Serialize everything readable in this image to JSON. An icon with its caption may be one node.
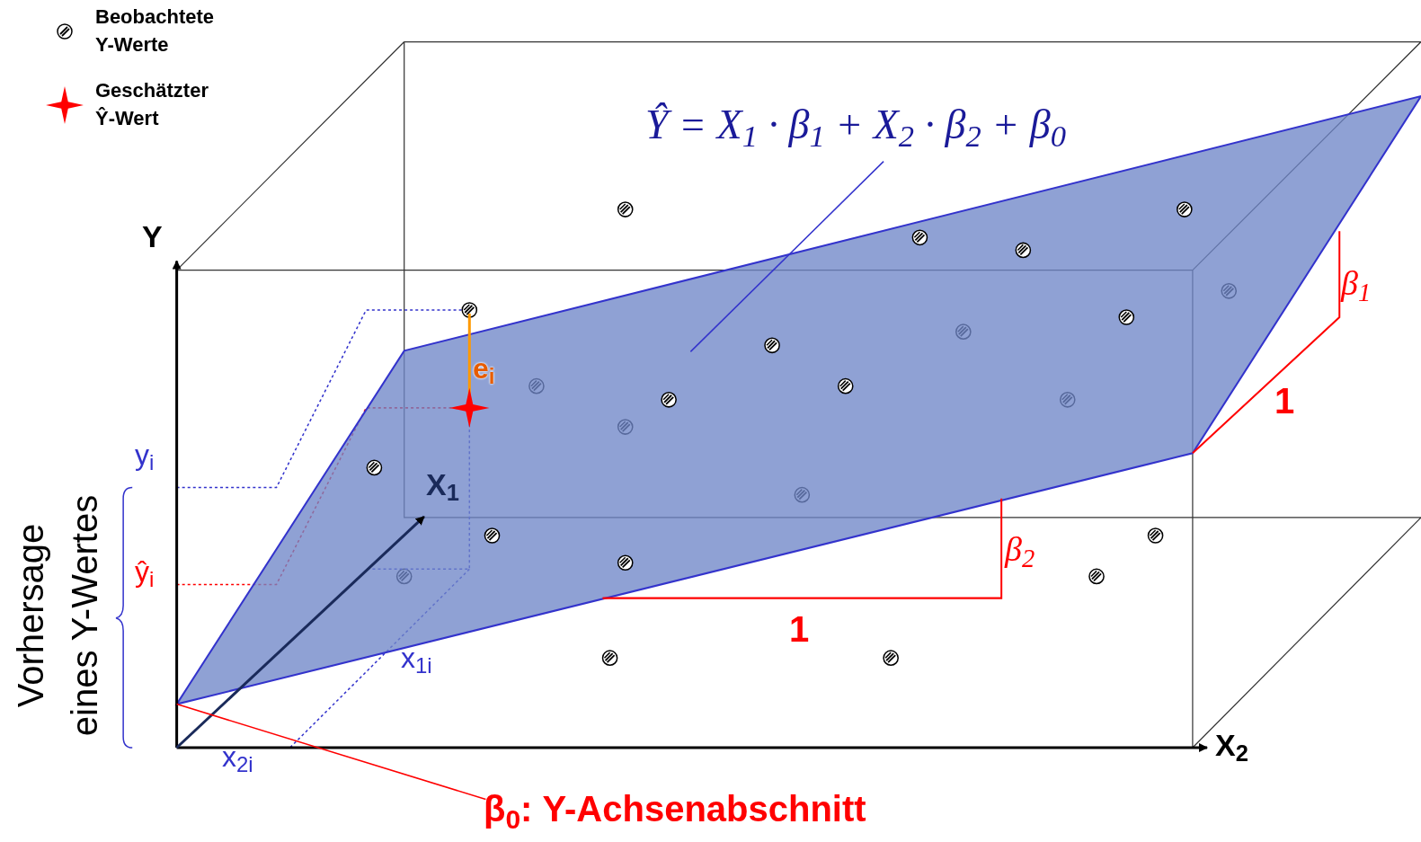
{
  "diagram": {
    "nodes": [
      {
        "text": [
          "Ŷ = X$_{1}$ · β$_{1}$ + X$_{2}$ · β$_{2}$ + β$_{0}$"
        ]
      },
      {
        "text": [],
        "shape": "parallelogram"
      },
      {
        "text": [
          "β$_{0}$: Y-Achsenabschnitt"
        ]
      }
    ],
    "edges": [
      {
        "from": 0,
        "to": 1,
        "arrow": "none",
        "color": "#3333cc"
      },
      {
        "from": 2,
        "to": 1,
        "arrow": "none",
        "color": "#ff0000"
      }
    ],
    "labels": [
      "Y",
      "X$_{1}$",
      "X$_{2}$",
      "y$_{i}$",
      "ŷ$_{i}$",
      "x$_{1i}$",
      "x$_{2i}$",
      "e$_{i}$",
      "β$_{1}$",
      "1",
      "β$_{2}$",
      "1",
      "Vorhersage eines Y-Wertes"
    ],
    "legend": [
      {
        "text": "Beobachtete Y-Werte"
      },
      {
        "text": "Geschätzter Ŷ-Wert"
      }
    ]
  }
}
